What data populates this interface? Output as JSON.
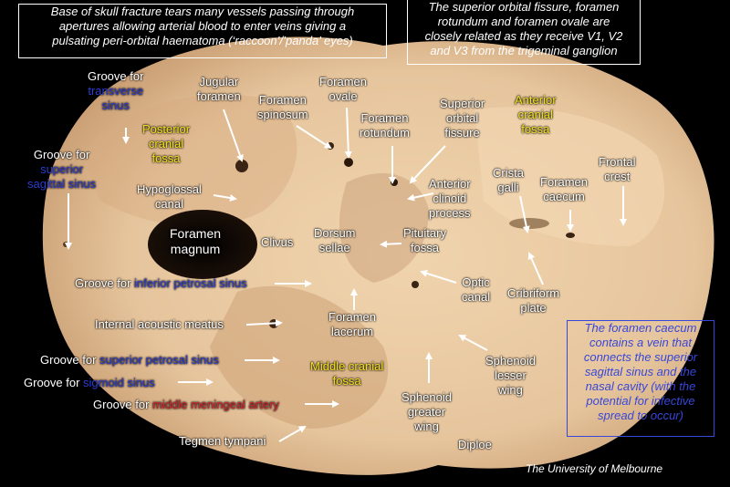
{
  "top_left_box": [
    "Base of skull fracture tears many vessels passing through",
    "apertures allowing arterial blood to enter veins giving a",
    "pulsating peri-orbital haematoma (‘raccoon’/’panda’ eyes)"
  ],
  "top_right_box": [
    "The superior orbital fissure, foramen",
    "rotundum and foramen ovale are",
    "closely related as they receive V1, V2",
    "and V3 from the trigeminal ganglion"
  ],
  "note_box": [
    "The foramen caecum",
    "contains a vein that",
    "connects the superior",
    "sagittal sinus and the",
    "nasal cavity (with the",
    "potential for infective",
    "spread to occur)"
  ],
  "credit": "The University of Melbourne",
  "labels": {
    "groove_transverse": {
      "prefix": "Groove for",
      "term": [
        "transverse",
        "sinus"
      ]
    },
    "groove_superior_sagittal": {
      "prefix": "Groove for",
      "term": [
        "superior",
        "sagittal sinus"
      ]
    },
    "posterior_fossa": [
      "Posterior",
      "cranial",
      "fossa"
    ],
    "jugular_foramen": [
      "Jugular",
      "foramen"
    ],
    "foramen_spinosum": [
      "Foramen",
      "spinosum"
    ],
    "foramen_ovale": [
      "Foramen",
      "ovale"
    ],
    "foramen_rotundum": [
      "Foramen",
      "rotundum"
    ],
    "superior_orbital_fissure": [
      "Superior",
      "orbital",
      "fissure"
    ],
    "anterior_fossa": [
      "Anterior",
      "cranial",
      "fossa"
    ],
    "hypoglossal_canal": [
      "Hypoglossal",
      "canal"
    ],
    "anterior_clinoid": [
      "Anterior",
      "clinoid",
      "process"
    ],
    "crista_galli": [
      "Crista",
      "galli"
    ],
    "foramen_caecum": [
      "Foramen",
      "caecum"
    ],
    "frontal_crest": [
      "Frontal",
      "crest"
    ],
    "foramen_magnum": [
      "Foramen",
      "magnum"
    ],
    "clivus": "Clivus",
    "dorsum_sellae": [
      "Dorsum",
      "sellae"
    ],
    "pituitary_fossa": [
      "Pituitary",
      "fossa"
    ],
    "groove_inferior_petrosal": {
      "prefix": "Groove for",
      "term": "inferior petrosal sinus"
    },
    "optic_canal": [
      "Optic",
      "canal"
    ],
    "cribriform_plate": [
      "Cribriform",
      "plate"
    ],
    "internal_acoustic_meatus": "Internal acoustic meatus",
    "foramen_lacerum": [
      "Foramen",
      "lacerum"
    ],
    "groove_superior_petrosal": {
      "prefix": "Groove for",
      "term": "superior petrosal sinus"
    },
    "sphenoid_lesser_wing": [
      "Sphenoid",
      "lesser",
      "wing"
    ],
    "middle_fossa": [
      "Middle cranial",
      "fossa"
    ],
    "groove_sigmoid": {
      "prefix": "Groove for",
      "term": "sigmoid sinus"
    },
    "groove_middle_meningeal": {
      "prefix": "Groove for",
      "term": "middle meningeal artery"
    },
    "sphenoid_greater_wing": [
      "Sphenoid",
      "greater",
      "wing"
    ],
    "tegmen_tympani": "Tegmen tympani",
    "diploe": "Diploe"
  },
  "colors": {
    "term_blue": "#2c3ccf",
    "term_red": "#d3242c",
    "fossa_yellow": "#f4e21c",
    "bone": "#e7c8a2",
    "note_border": "#3847d8"
  }
}
